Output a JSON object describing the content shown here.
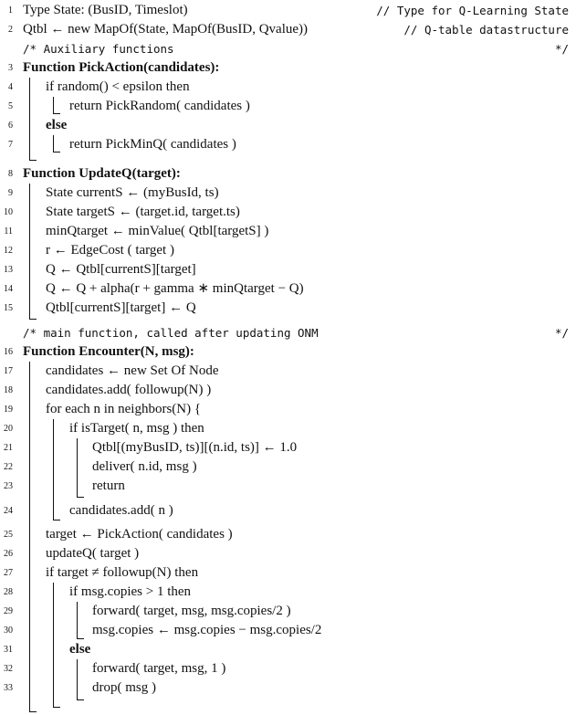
{
  "lines": [
    {
      "no": "1",
      "text": "Type State: (BusID, Timeslot)",
      "comment": "// Type for Q-Learning State"
    },
    {
      "no": "2",
      "text": "Qtbl ← new MapOf(State, MapOf(BusID, Qvalue))",
      "comment": "// Q-table datastructure"
    },
    {
      "no": "",
      "text": "/* Auxiliary functions",
      "comment": "*/"
    },
    {
      "no": "3",
      "text": "Function PickAction(candidates):"
    },
    {
      "no": "4",
      "text": "if random() < epsilon then"
    },
    {
      "no": "5",
      "text": "return PickRandom( candidates )"
    },
    {
      "no": "6",
      "text": "else"
    },
    {
      "no": "7",
      "text": "return PickMinQ( candidates )"
    },
    {
      "no": "8",
      "text": "Function UpdateQ(target):"
    },
    {
      "no": "9",
      "text": "State currentS ← (myBusId, ts)"
    },
    {
      "no": "10",
      "text": "State targetS ← (target.id, target.ts)"
    },
    {
      "no": "11",
      "text": "minQtarget ← minValue( Qtbl[targetS] )"
    },
    {
      "no": "12",
      "text": "r ← EdgeCost ( target )"
    },
    {
      "no": "13",
      "text": "Q ← Qtbl[currentS][target]"
    },
    {
      "no": "14",
      "text": "Q ← Q + alpha(r + gamma ∗ minQtarget − Q)"
    },
    {
      "no": "15",
      "text": "Qtbl[currentS][target] ← Q"
    },
    {
      "no": "",
      "text": "/* main function, called after updating ONM",
      "comment": "*/"
    },
    {
      "no": "16",
      "text": "Function Encounter(N, msg):"
    },
    {
      "no": "17",
      "text": "candidates ← new Set Of Node"
    },
    {
      "no": "18",
      "text": "candidates.add( followup(N) )"
    },
    {
      "no": "19",
      "text": "for each n in neighbors(N) {"
    },
    {
      "no": "20",
      "text": "if isTarget( n, msg ) then"
    },
    {
      "no": "21",
      "text": "Qtbl[(myBusID, ts)][(n.id, ts)] ← 1.0"
    },
    {
      "no": "22",
      "text": "deliver( n.id, msg )"
    },
    {
      "no": "23",
      "text": "return"
    },
    {
      "no": "24",
      "text": "candidates.add( n )"
    },
    {
      "no": "25",
      "text": "target ← PickAction( candidates )"
    },
    {
      "no": "26",
      "text": "updateQ( target )"
    },
    {
      "no": "27",
      "text": "if target ≠ followup(N) then"
    },
    {
      "no": "28",
      "text": "if msg.copies > 1 then"
    },
    {
      "no": "29",
      "text": "forward( target, msg, msg.copies/2 )"
    },
    {
      "no": "30",
      "text": "msg.copies ← msg.copies − msg.copies/2"
    },
    {
      "no": "31",
      "text": "else"
    },
    {
      "no": "32",
      "text": "forward( target, msg, 1 )"
    },
    {
      "no": "33",
      "text": "drop( msg )"
    }
  ]
}
